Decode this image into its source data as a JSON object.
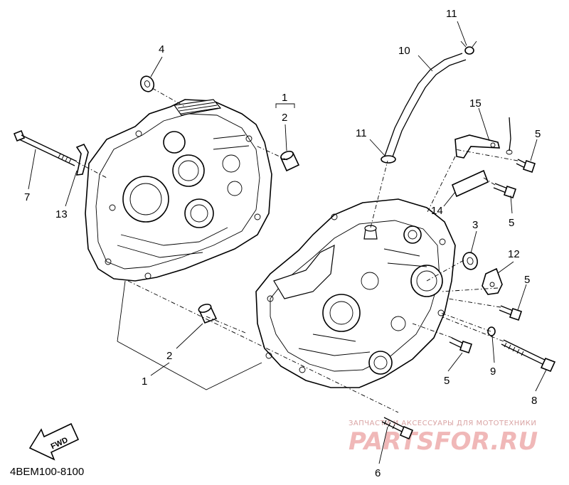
{
  "diagram": {
    "code": "4BEM100-8100",
    "fwd_label": "FWD",
    "watermark": {
      "line1": "ЗАПЧАСТИ И АКСЕССУАРЫ ДЛЯ МОТОТЕХНИКИ",
      "line2": "PARTSFOR.RU"
    },
    "callouts": [
      {
        "id": "c1-top",
        "text": "1"
      },
      {
        "id": "c2-top",
        "text": "2"
      },
      {
        "id": "c3",
        "text": "3"
      },
      {
        "id": "c4",
        "text": "4"
      },
      {
        "id": "c5-a",
        "text": "5"
      },
      {
        "id": "c5-b",
        "text": "5"
      },
      {
        "id": "c5-c",
        "text": "5"
      },
      {
        "id": "c5-d",
        "text": "5"
      },
      {
        "id": "c6",
        "text": "6"
      },
      {
        "id": "c7",
        "text": "7"
      },
      {
        "id": "c8",
        "text": "8"
      },
      {
        "id": "c9",
        "text": "9"
      },
      {
        "id": "c10",
        "text": "10"
      },
      {
        "id": "c11-a",
        "text": "11"
      },
      {
        "id": "c11-b",
        "text": "11"
      },
      {
        "id": "c12",
        "text": "12"
      },
      {
        "id": "c13",
        "text": "13"
      },
      {
        "id": "c14",
        "text": "14"
      },
      {
        "id": "c15",
        "text": "15"
      },
      {
        "id": "c2-bottom",
        "text": "2"
      },
      {
        "id": "c1-bottom",
        "text": "1"
      }
    ]
  }
}
